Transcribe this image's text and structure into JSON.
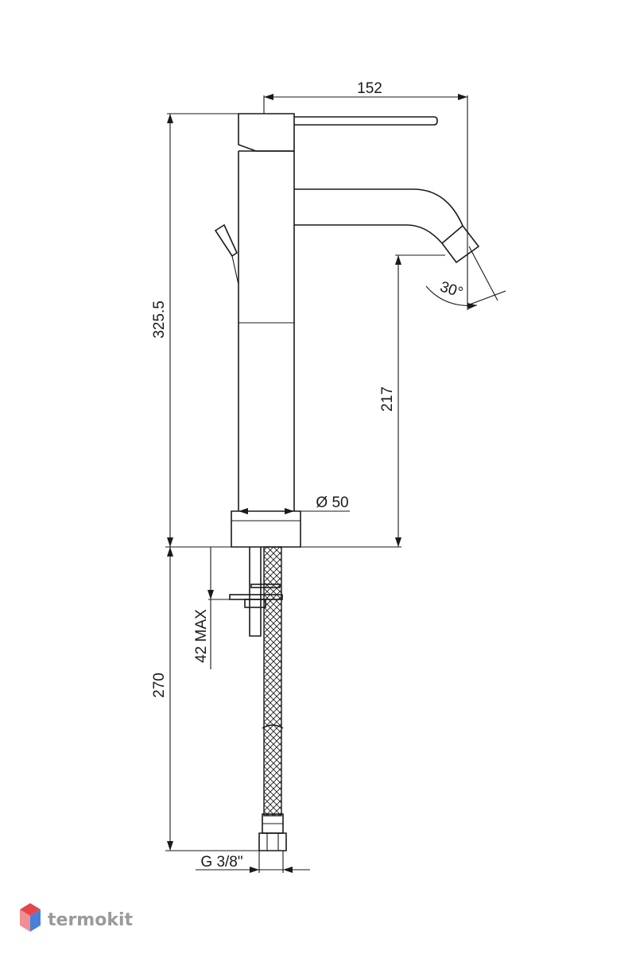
{
  "dimensions": {
    "spout_reach": "152",
    "overall_height": "325.5",
    "spout_height": "217",
    "spout_angle": "30°",
    "body_diameter": "Ø 50",
    "max_counter_thickness": "42 MAX",
    "hose_length": "270",
    "thread": "G 3/8\""
  },
  "brand": {
    "name": "termokit",
    "colors": {
      "red": "#e8454a",
      "blue": "#4a7fd8",
      "grey": "#9a9a9a"
    }
  }
}
